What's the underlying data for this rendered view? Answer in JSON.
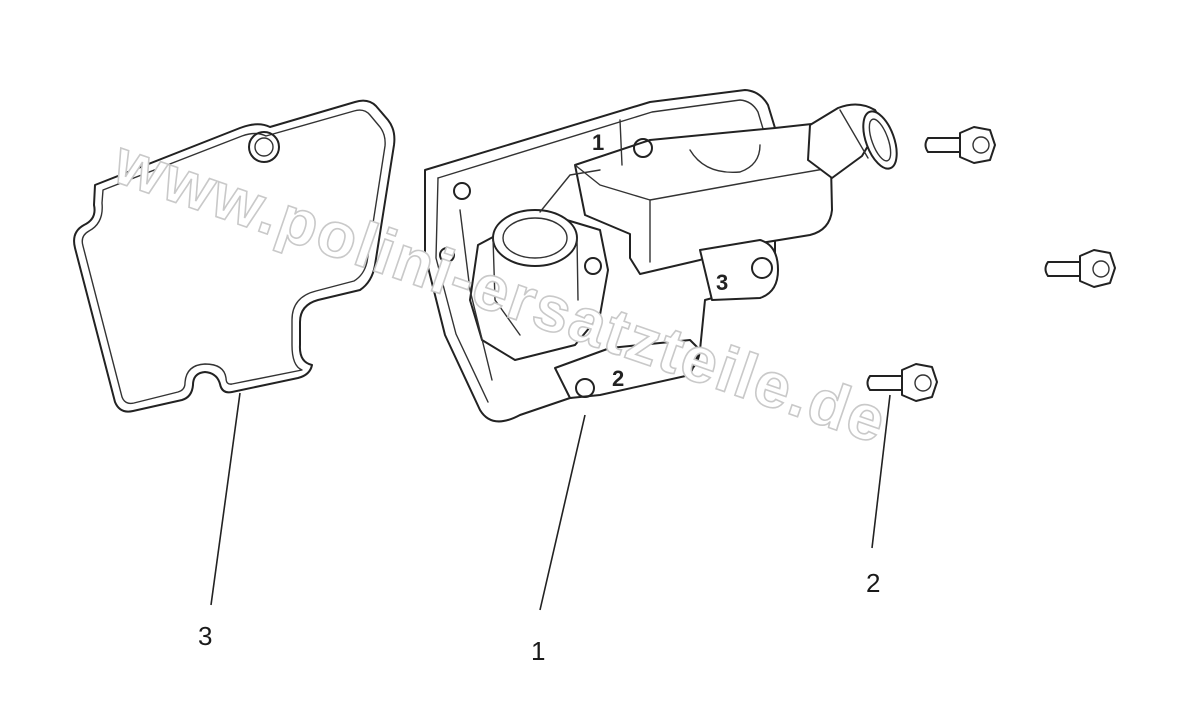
{
  "callouts": {
    "cover": "1",
    "bolt": "2",
    "gasket": "3"
  },
  "part_marks": {
    "mark_1": "1",
    "mark_2": "2",
    "mark_3": "3"
  },
  "watermark": "www.polini-ersatzteile.de"
}
